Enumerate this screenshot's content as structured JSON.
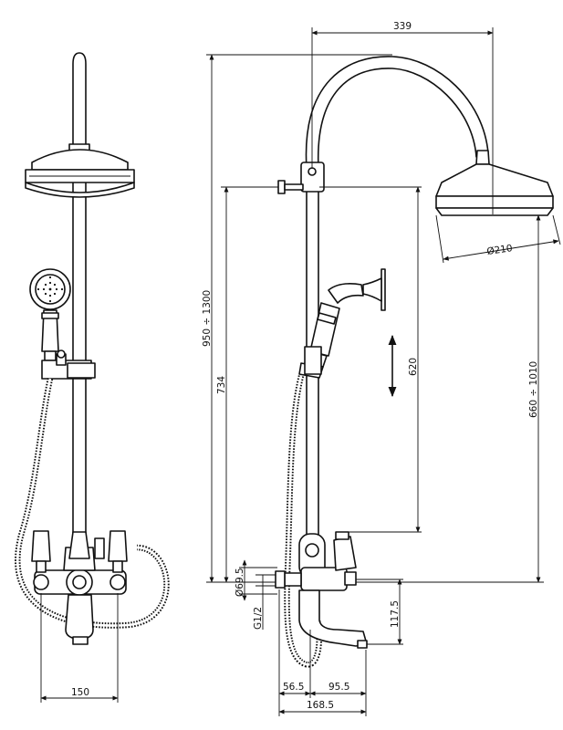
{
  "dimensions": {
    "width_top": "339",
    "total_height": "950 ÷ 1300",
    "rail_height": "734",
    "head_diameter": "Ø210",
    "slide_range": "620",
    "head_height": "660 ÷ 1010",
    "connector_diameter": "Ø69.5",
    "thread": "G1/2",
    "spout_height": "117.5",
    "inlet_offset": "56.5",
    "spout_reach": "95.5",
    "total_depth": "168.5",
    "inlet_spacing": "150"
  }
}
